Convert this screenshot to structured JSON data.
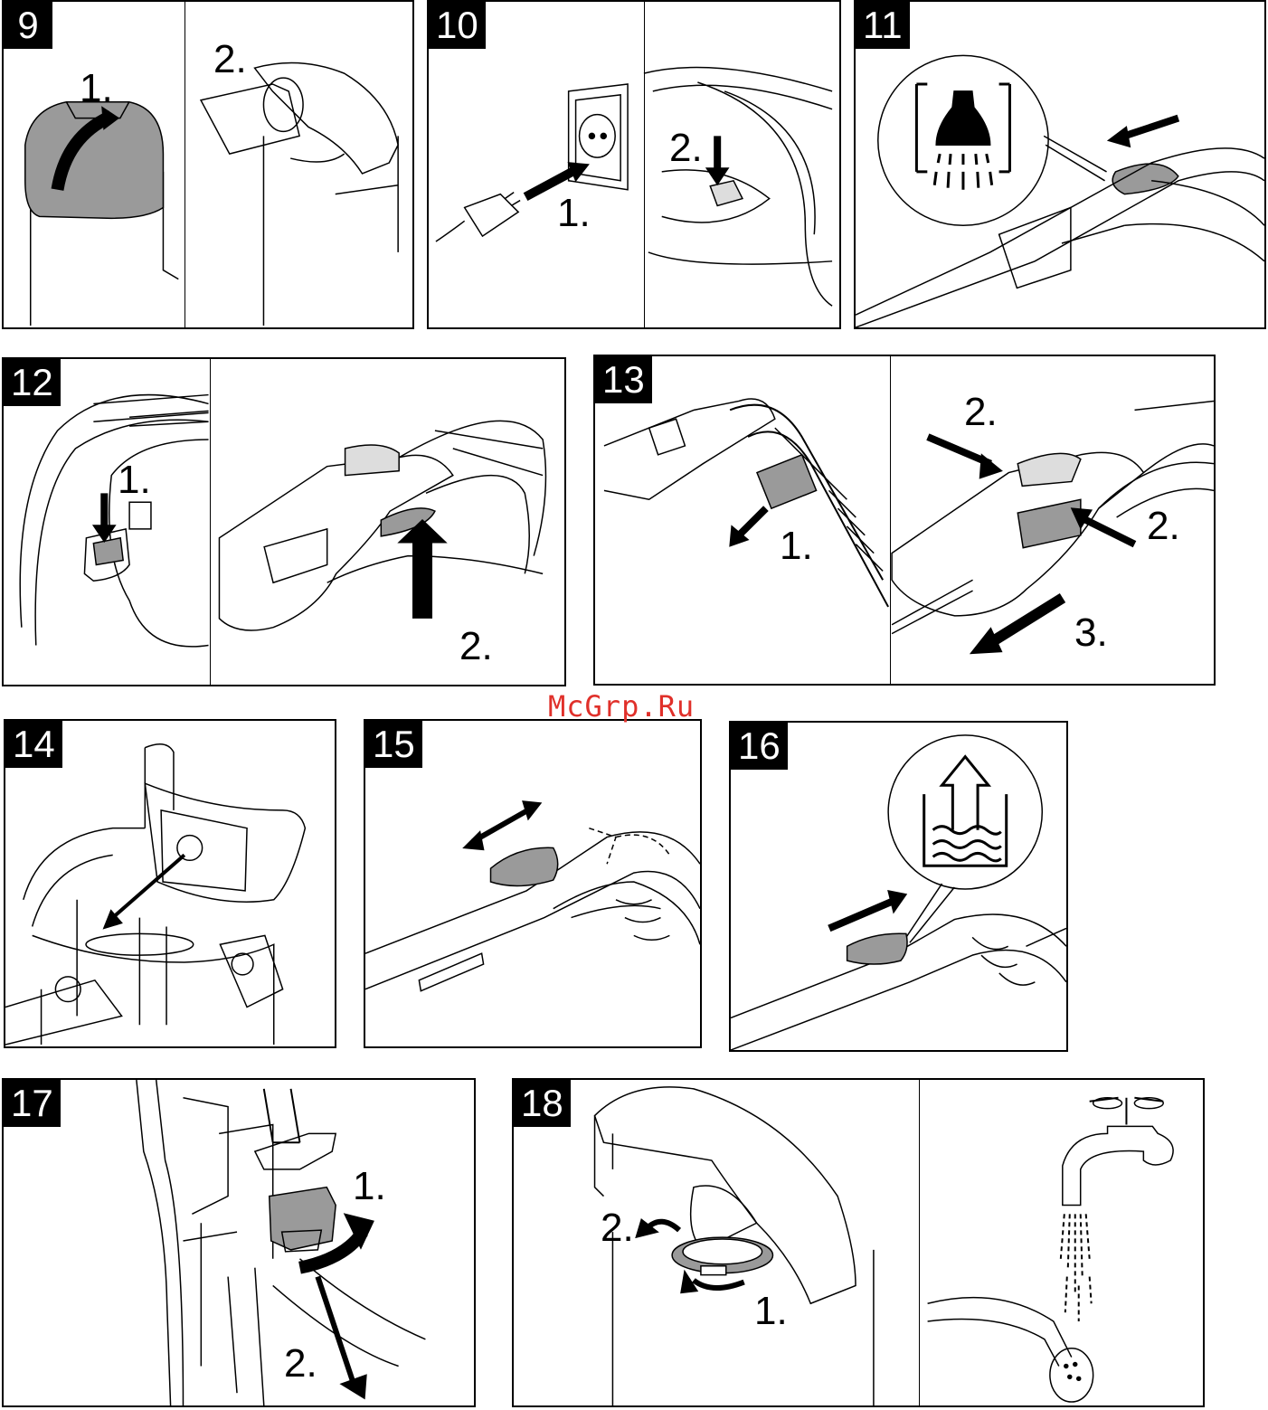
{
  "panels": [
    {
      "number": "9",
      "steps": [
        "1.",
        "2."
      ]
    },
    {
      "number": "10",
      "steps": [
        "1.",
        "2."
      ]
    },
    {
      "number": "11",
      "steps": []
    },
    {
      "number": "12",
      "steps": [
        "1.",
        "2."
      ]
    },
    {
      "number": "13",
      "steps": [
        "1.",
        "2.",
        "2.",
        "3."
      ]
    },
    {
      "number": "14",
      "steps": []
    },
    {
      "number": "15",
      "steps": []
    },
    {
      "number": "16",
      "steps": []
    },
    {
      "number": "17",
      "steps": [
        "1.",
        "2."
      ]
    },
    {
      "number": "18",
      "steps": [
        "2.",
        "1."
      ]
    }
  ],
  "watermark": "McGrp.Ru",
  "colors": {
    "line": "#000000",
    "fill_gray": "#9a9a9a",
    "watermark": "#e0302a"
  },
  "icons": [
    "shower-spray-icon",
    "water-tank-suction-icon",
    "wall-socket-icon",
    "tap-icon"
  ]
}
